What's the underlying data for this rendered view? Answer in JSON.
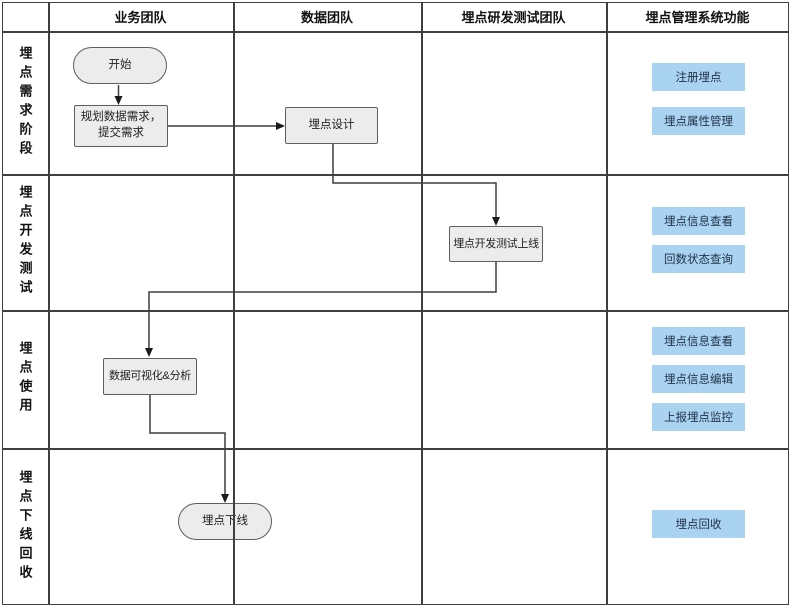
{
  "diagram_type": "swimlane-flowchart",
  "colors": {
    "feature_box_bg": "#a9d3f1",
    "node_bg": "#ececec",
    "node_border": "#5e5e5e",
    "grid_line": "#3f3f3f",
    "feature_text": "#1f3147"
  },
  "header": {
    "columns": [
      "业务团队",
      "数据团队",
      "埋点研发测试团队",
      "埋点管理系统功能"
    ]
  },
  "lanes": [
    "埋点需求阶段",
    "埋点开发测试",
    "埋点使用",
    "埋点下线回收"
  ],
  "nodes": {
    "start": "开始",
    "plan": "规划数据需求，提交需求",
    "design": "埋点设计",
    "dev": "埋点开发测试上线",
    "visual": "数据可视化&分析",
    "offline": "埋点下线"
  },
  "edges": [
    {
      "from": "start",
      "to": "plan"
    },
    {
      "from": "plan",
      "to": "design"
    },
    {
      "from": "design",
      "to": "dev"
    },
    {
      "from": "dev",
      "to": "visual"
    },
    {
      "from": "visual",
      "to": "offline"
    }
  ],
  "features": [
    "注册埋点",
    "埋点属性管理",
    "埋点信息查看",
    "回数状态查询",
    "埋点信息查看",
    "埋点信息编辑",
    "上报埋点监控",
    "埋点回收"
  ]
}
